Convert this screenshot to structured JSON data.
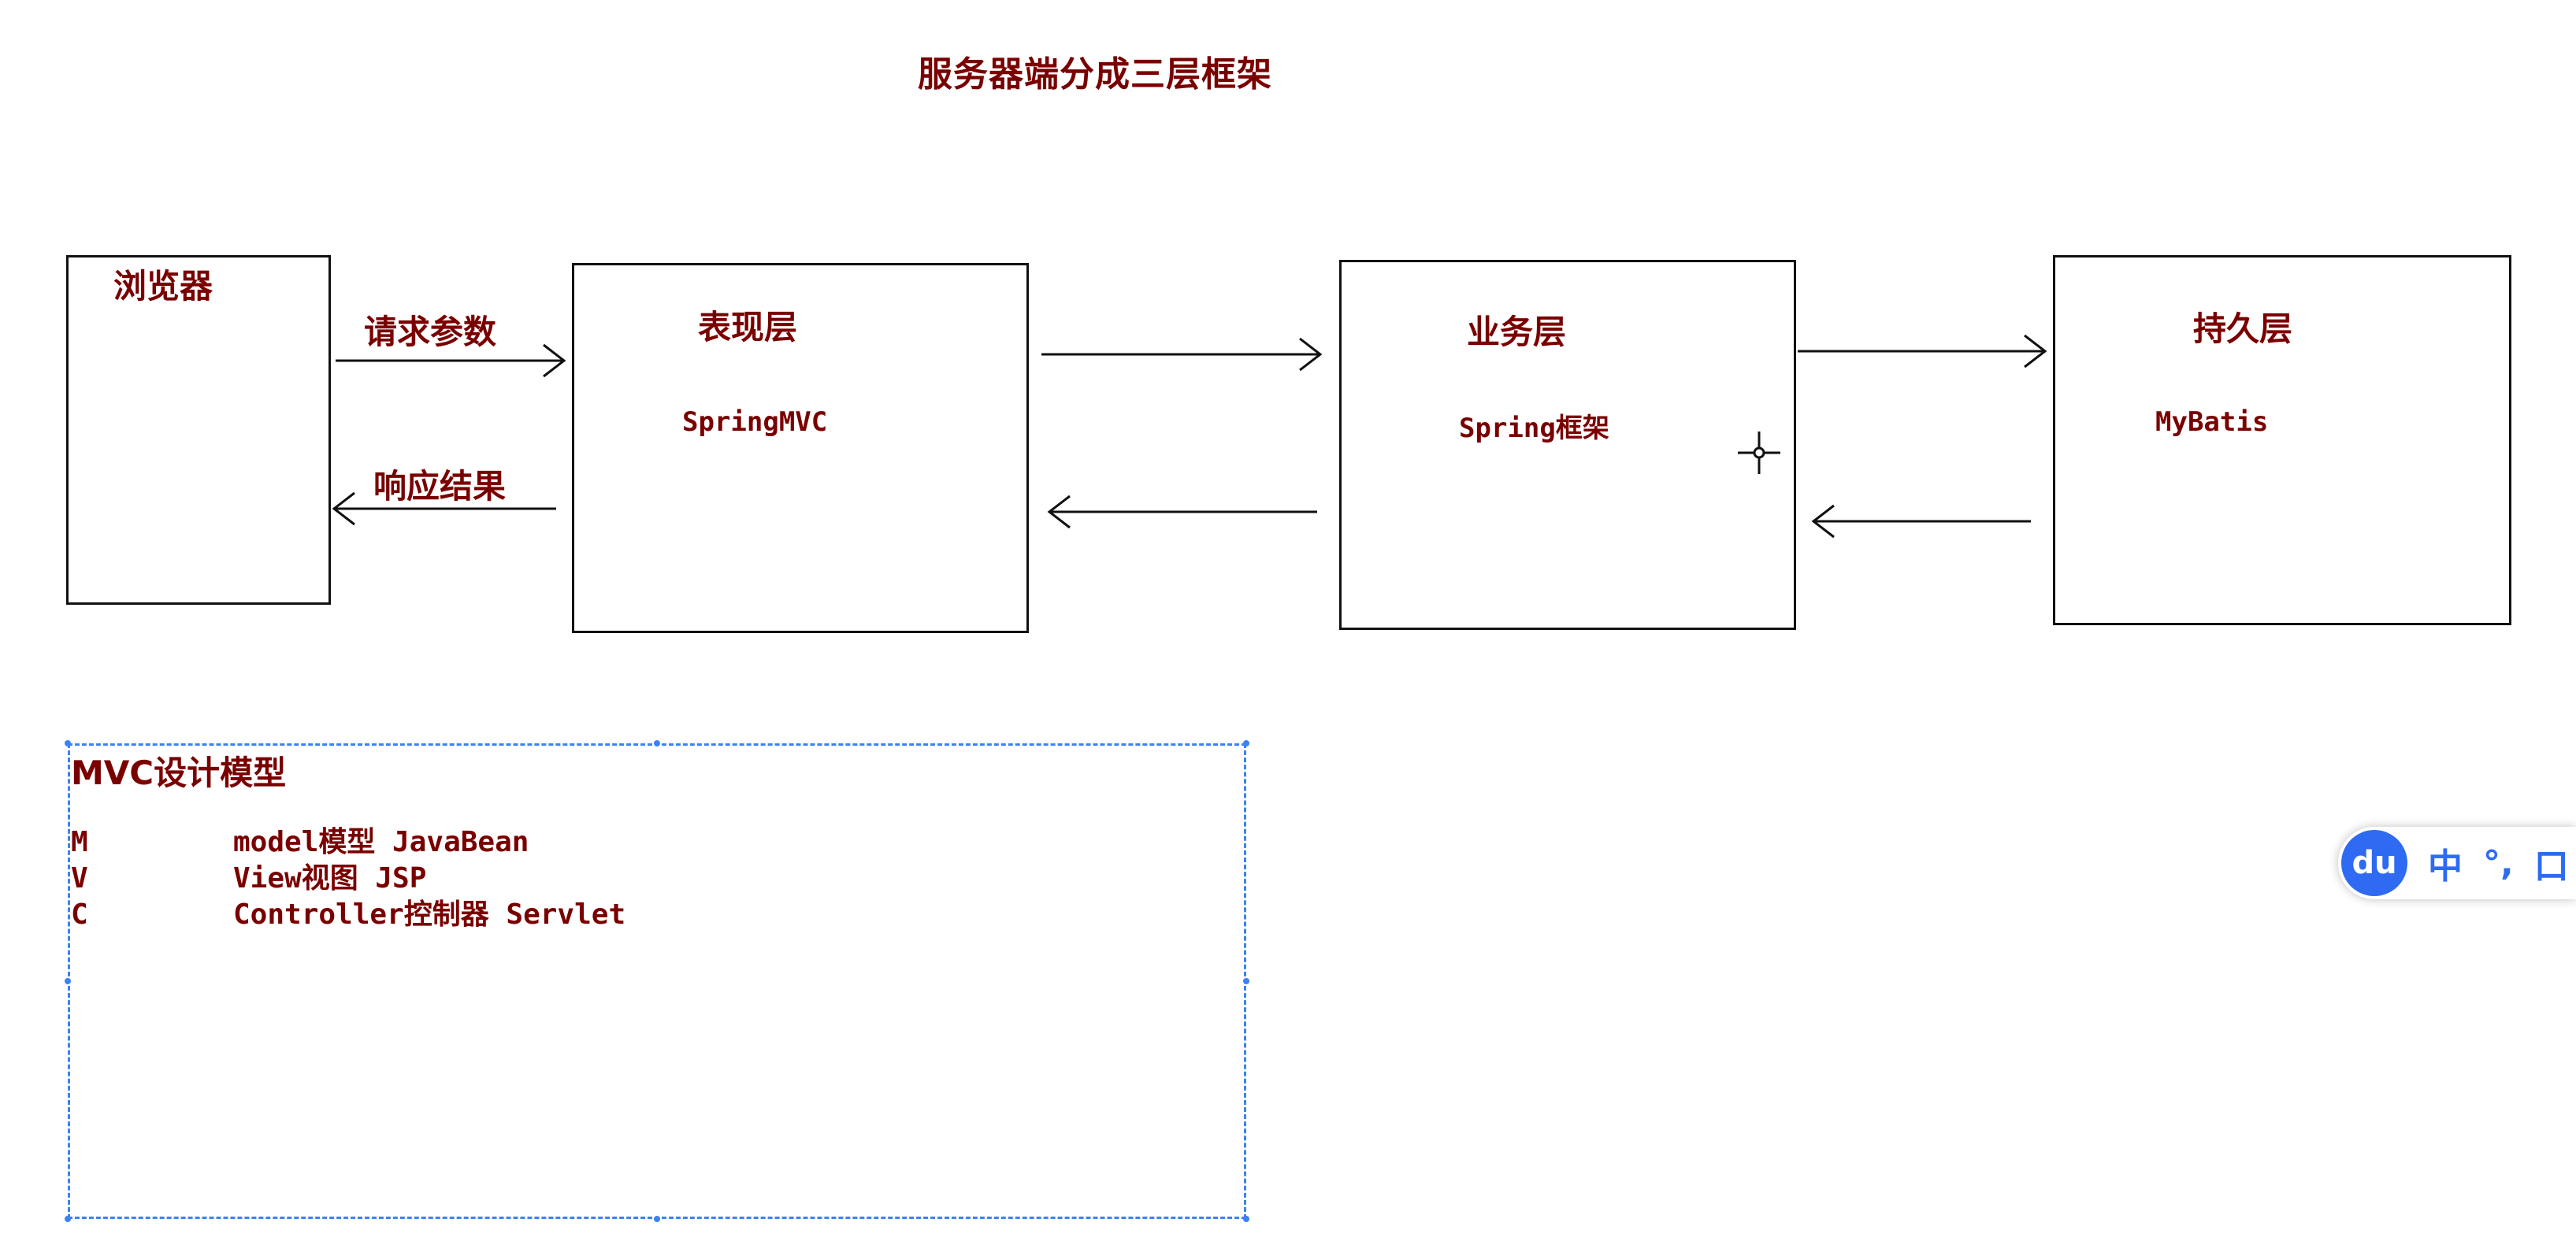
{
  "title": "服务器端分成三层框架",
  "boxes": {
    "browser": {
      "label": "浏览器"
    },
    "presentation": {
      "label": "表现层",
      "sub": "SpringMVC"
    },
    "business": {
      "label": "业务层",
      "sub": "Spring框架"
    },
    "persistence": {
      "label": "持久层",
      "sub": "MyBatis"
    }
  },
  "arrows": {
    "request_label": "请求参数",
    "response_label": "响应结果"
  },
  "mvc": {
    "title": "MVC设计模型",
    "rows": [
      {
        "key": "M",
        "value": "model模型 JavaBean"
      },
      {
        "key": "V",
        "value": "View视图 JSP"
      },
      {
        "key": "C",
        "value": "Controller控制器 Servlet"
      }
    ]
  },
  "ime": {
    "logo": "du",
    "lang": "中",
    "punct": "°,",
    "mode": "口"
  },
  "colors": {
    "text": "#7a0000",
    "selection": "#3b82f6",
    "ime_accent": "#2e6bf2"
  }
}
